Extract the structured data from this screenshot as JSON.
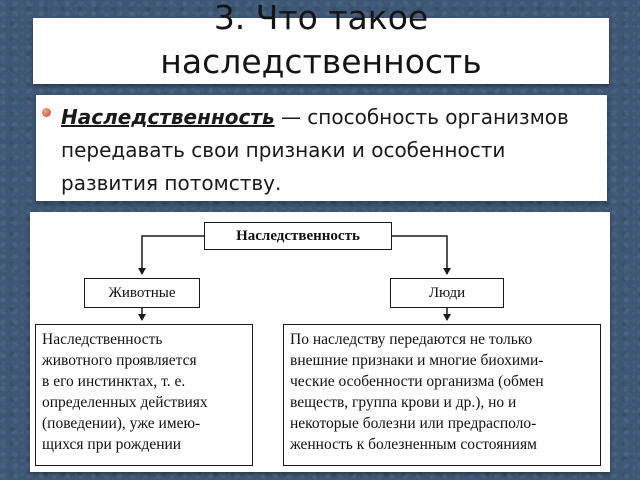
{
  "slide": {
    "title_line1": "3. Что такое",
    "title_line2": "наследственность"
  },
  "definition": {
    "term": "Наследственность",
    "text": " — способность организмов передавать свои признаки и особенности развития потомству."
  },
  "diagram": {
    "root": "Наследственность",
    "left_branch": "Животные",
    "right_branch": "Люди",
    "left_desc_lines": [
      "Наследственность",
      "животного проявляется",
      "в его инстинктах, т. е.",
      "определенных действиях",
      "(поведении), уже имею-",
      "щихся при рождении"
    ],
    "right_desc_lines": [
      "По наследству передаются не только",
      "внешние признаки и многие биохими-",
      "ческие особенности организма (обмен",
      "веществ, группа крови и др.), но и",
      "некоторые болезни или предрасполо-",
      "женность к болезненным состояниям"
    ]
  },
  "colors": {
    "background": "#3e5775",
    "bullet": "#c4502f"
  }
}
